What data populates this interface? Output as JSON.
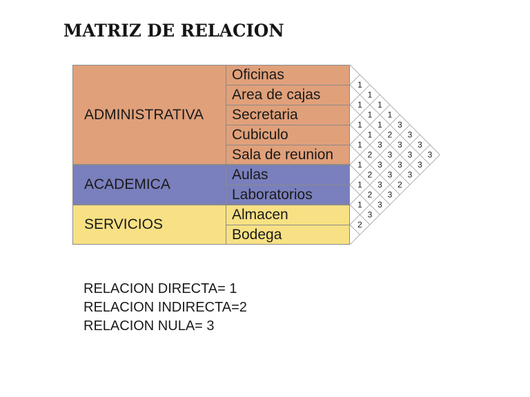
{
  "title": "MATRIZ DE RELACION",
  "colors": {
    "administrativa": "#e0a07a",
    "academica": "#7a7fbd",
    "servicios": "#f8e184"
  },
  "groups": [
    {
      "label": "ADMINISTRATIVA",
      "color": "#e0a07a",
      "items": [
        "Oficinas",
        "Area de cajas",
        "Secretaria",
        "Cubiculo",
        "Sala de reunion"
      ]
    },
    {
      "label": "ACADEMICA",
      "color": "#7a7fbd",
      "items": [
        "Aulas",
        "Laboratorios"
      ]
    },
    {
      "label": "SERVICIOS",
      "color": "#f8e184",
      "items": [
        "Almacen",
        "Bodega"
      ]
    }
  ],
  "matrix_values": [
    [
      "1",
      "1",
      "1",
      "1",
      "1",
      "1",
      "1",
      "2"
    ],
    [
      "1",
      "1",
      "1",
      "2",
      "2",
      "2",
      "3"
    ],
    [
      "1",
      "1",
      "3",
      "3",
      "3",
      "3"
    ],
    [
      "1",
      "2",
      "3",
      "3",
      "3"
    ],
    [
      "3",
      "3",
      "3",
      "2"
    ],
    [
      "3",
      "3",
      "3"
    ],
    [
      "3",
      "3"
    ],
    [
      "3"
    ]
  ],
  "legend": [
    "RELACION DIRECTA= 1",
    "RELACION INDIRECTA=2",
    "RELACION NULA= 3"
  ]
}
